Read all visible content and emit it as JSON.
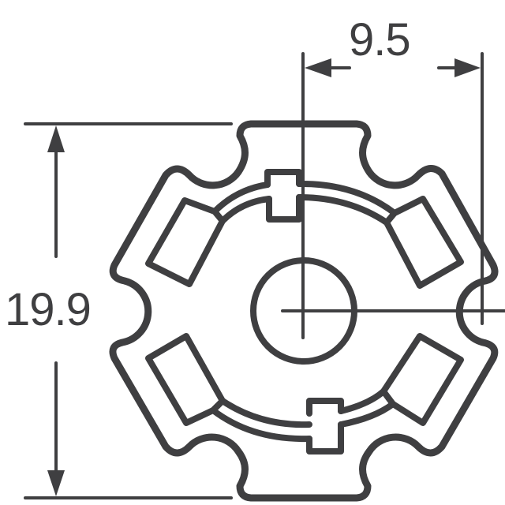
{
  "diagram": {
    "type": "mechanical-dimension-drawing",
    "subject": "6-point star LED board outline",
    "stroke_color": "#3f3f41",
    "background_color": "#ffffff",
    "dimensions": {
      "width_label": "9.5",
      "height_label": "19.9"
    }
  }
}
